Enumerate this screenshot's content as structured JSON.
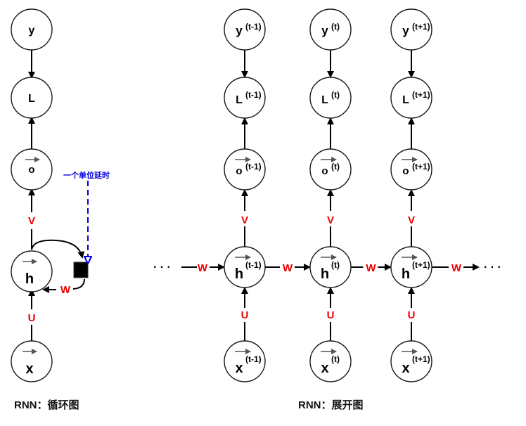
{
  "colors": {
    "weight_label": "#ee0000",
    "delay_annotation": "#0000dd",
    "stroke": "#000000"
  },
  "folded": {
    "caption": "RNN：循环图",
    "nodes": {
      "y": "y",
      "L": "L",
      "o": "o",
      "h": "h",
      "x": "x"
    },
    "weights": {
      "V": "V",
      "U": "U",
      "W": "W"
    },
    "delay_note": "一个单位延时"
  },
  "unrolled": {
    "caption": "RNN：展开图",
    "ellipsis_left": "· · ·",
    "ellipsis_right": "· · ·",
    "steps": [
      {
        "sup": "(t-1)",
        "y": "y",
        "L": "L",
        "o": "o",
        "h": "h",
        "x": "x"
      },
      {
        "sup": "(t)",
        "y": "y",
        "L": "L",
        "o": "o",
        "h": "h",
        "x": "x"
      },
      {
        "sup": "(t+1)",
        "y": "y",
        "L": "L",
        "o": "o",
        "h": "h",
        "x": "x"
      }
    ],
    "weights": {
      "V": "V",
      "U": "U",
      "W": "W"
    }
  }
}
